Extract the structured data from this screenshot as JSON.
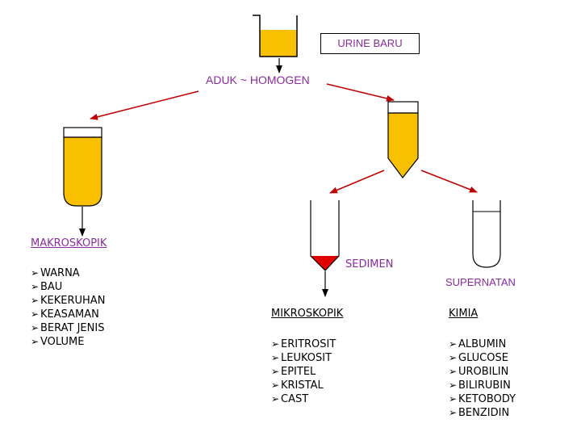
{
  "labels": {
    "urine_baru": "URINE BARU",
    "aduk_homogen": "ADUK ~ HOMOGEN",
    "makroskopik": "MAKROSKOPIK",
    "sedimen": "SEDIMEN",
    "supernatan": "SUPERNATAN",
    "mikroskopik": "MIKROSKOPIK",
    "kimia": "KIMIA"
  },
  "bullet_icon": "arrow-bullet-icon",
  "makroskopik_items": [
    "WARNA",
    "BAU",
    "KEKERUHAN",
    "KEASAMAN",
    "BERAT JENIS",
    "VOLUME"
  ],
  "mikroskopik_items": [
    "ERITROSIT",
    "LEUKOSIT",
    "EPITEL",
    "KRISTAL",
    "CAST"
  ],
  "kimia_items": [
    "ALBUMIN",
    "GLUCOSE",
    "UROBILIN",
    "BILIRUBIN",
    "KETOBODY",
    "BENZIDIN"
  ],
  "colors": {
    "urine": "#F9C000",
    "sediment": "#E00000",
    "arrow_red": "#C00000",
    "label_purple": "#A040B0",
    "outline": "#000000"
  }
}
